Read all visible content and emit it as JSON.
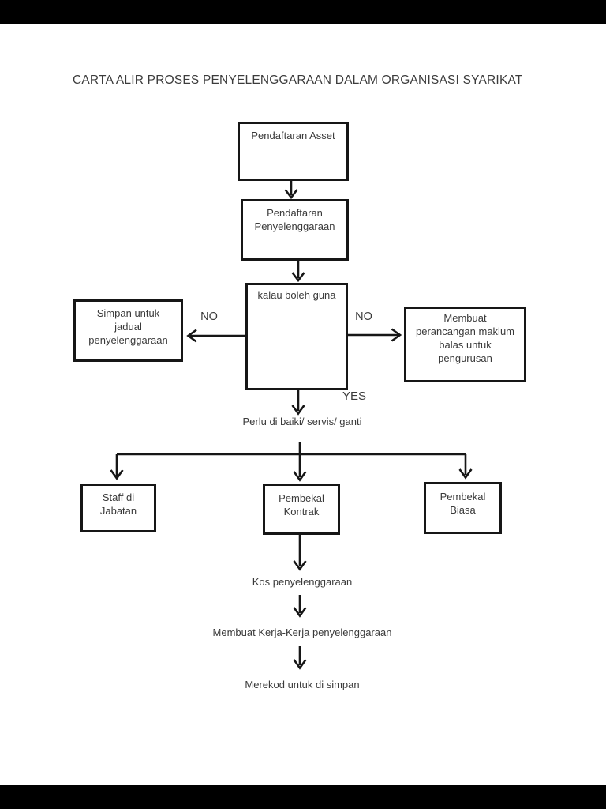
{
  "title": "CARTA ALIR PROSES PENYELENGGARAAN DALAM ORGANISASI SYARIKAT",
  "colors": {
    "letterbox": "#000000",
    "page_background": "#ffffff",
    "line_ink": "#161616",
    "text_ink": "#3a3a3a"
  },
  "flowchart": {
    "boxes": {
      "pendaftaran_asset": {
        "lines": [
          "Pendaftaran Asset"
        ]
      },
      "pendaftaran_penyelenggaraan": {
        "lines": [
          "Pendaftaran",
          "Penyelenggaraan"
        ]
      },
      "kalau_boleh_guna": {
        "lines": [
          "kalau boleh guna"
        ]
      },
      "simpan_jadual": {
        "lines": [
          "Simpan untuk",
          "jadual",
          "penyelenggaraan"
        ]
      },
      "maklum_balas": {
        "lines": [
          "Membuat",
          "perancangan maklum",
          "balas untuk",
          "pengurusan"
        ]
      },
      "staff_jabatan": {
        "lines": [
          "Staff di",
          "Jabatan"
        ]
      },
      "pembekal_kontrak": {
        "lines": [
          "Pembekal",
          "Kontrak"
        ]
      },
      "pembekal_biasa": {
        "lines": [
          "Pembekal",
          "Biasa"
        ]
      }
    },
    "branch_labels": {
      "no_left": "NO",
      "no_right": "NO",
      "yes": "YES"
    },
    "text_nodes": {
      "perlu_dibaiki": "Perlu di baiki/ servis/ ganti",
      "kos": "Kos penyelenggaraan",
      "membuat_kerja": "Membuat Kerja-Kerja penyelenggaraan",
      "merekod": "Merekod untuk di simpan"
    }
  }
}
